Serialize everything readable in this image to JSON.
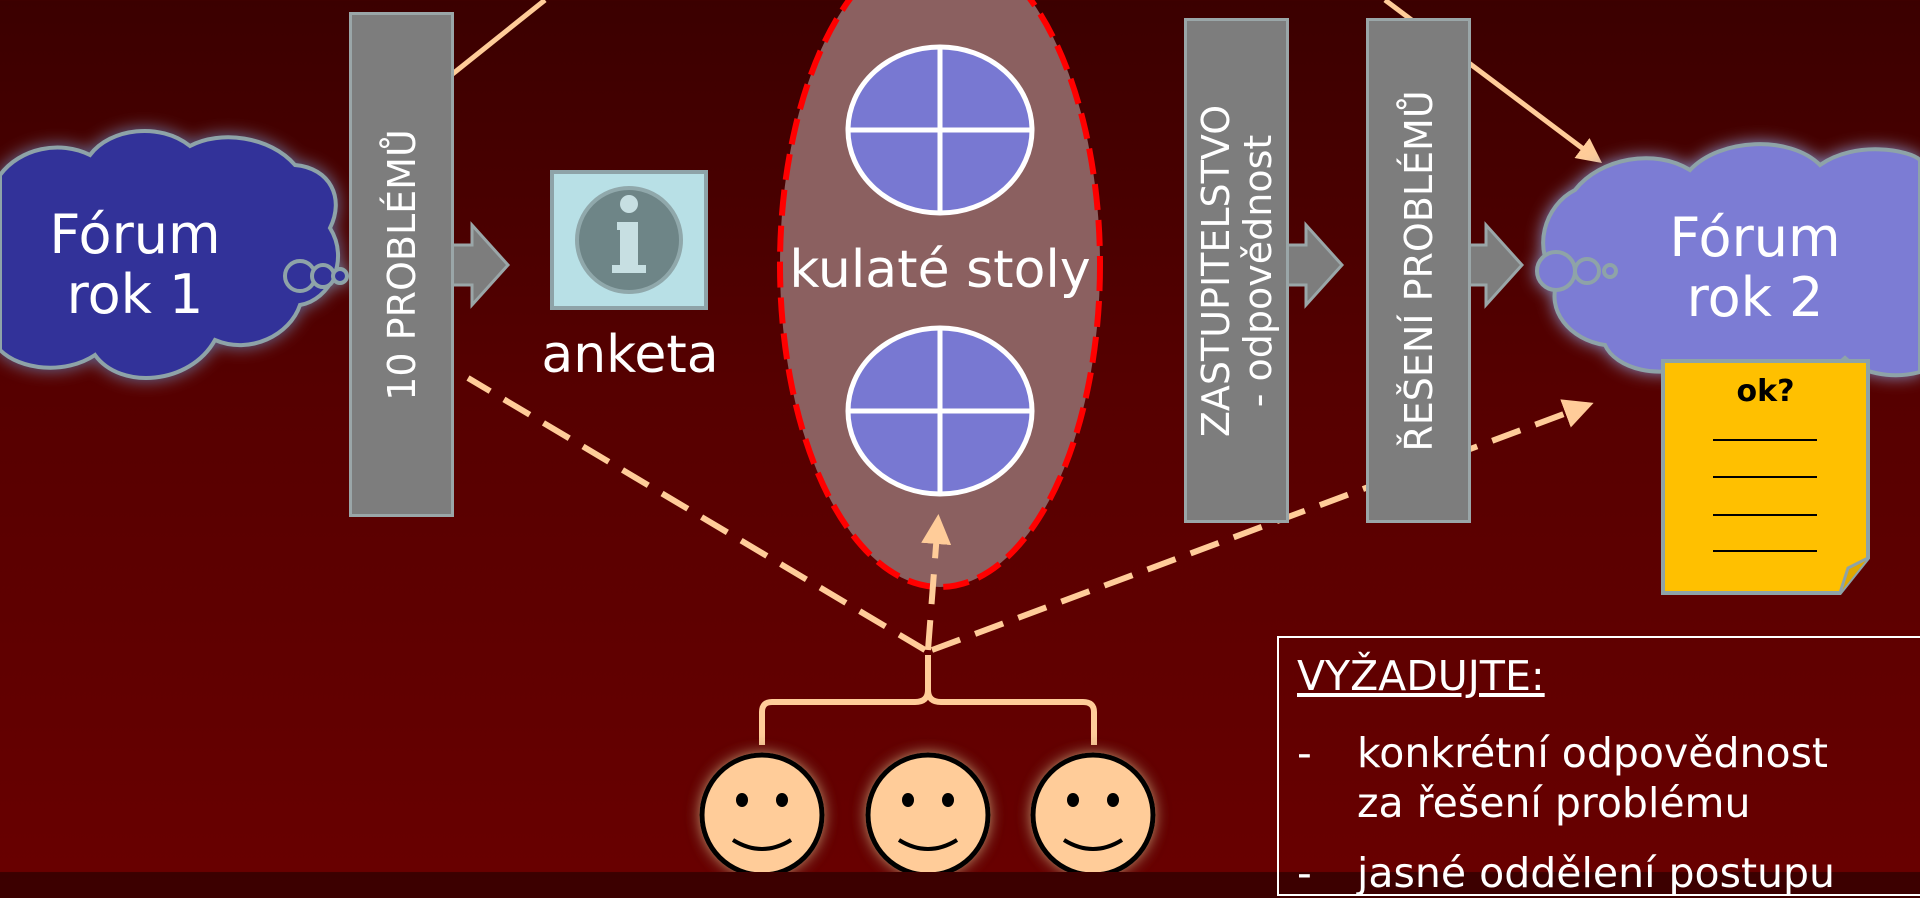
{
  "forum_year1": {
    "line1": "Fórum",
    "line2": "rok 1"
  },
  "forum_year2": {
    "line1": "Fórum",
    "line2": "rok 2"
  },
  "problems_bar": "10 PROBLÉMŮ",
  "survey": {
    "icon": "info-icon",
    "label": "anketa"
  },
  "round_tables": {
    "label": "kulaté stoly"
  },
  "council_bar": {
    "line1": "ZASTUPITELSTVO",
    "line2": "- odpovědnost"
  },
  "solution_bar": "ŘEŠENÍ PROBLÉMŮ",
  "note": {
    "label": "ok?"
  },
  "requirements": {
    "title": "VYŽADUJTE:",
    "items": [
      {
        "dash": "-",
        "line1": "konkrétní odpovědnost",
        "line2": "za řešení problému"
      },
      {
        "dash": "-",
        "line1": "jasné oddělení postupu"
      }
    ]
  },
  "colors": {
    "background": "#560000",
    "cloud_year1": "#333399",
    "cloud_year2": "#7b7bd4",
    "bar": "#7d7d7d",
    "arrow": "#ffcc99",
    "dashed_ellipse": "#ff0000",
    "note": "#ffc000",
    "face": "#ffcc99"
  }
}
